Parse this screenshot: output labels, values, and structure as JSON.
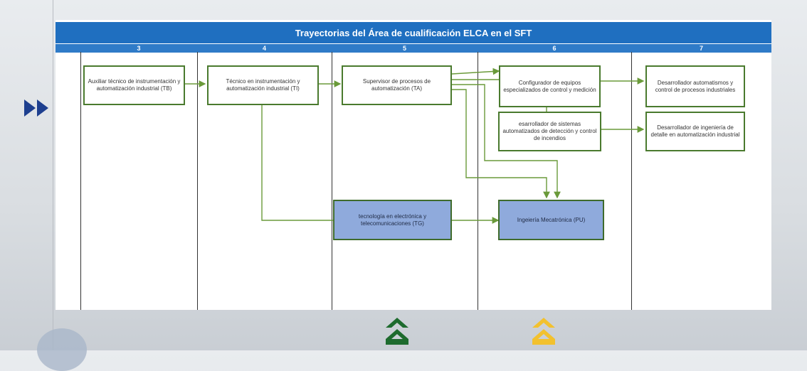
{
  "title": "Trayectorias del Área de cualificación  ELCA en el  SFT",
  "levels": [
    "3",
    "4",
    "5",
    "6",
    "7"
  ],
  "nodes": {
    "n1": "Auxiliar técnico de instrumentación y automatización industrial (TB)",
    "n2": "Técnico en instrumentación y automatización industrial (TI)",
    "n3": "Supervisor de procesos de automatización (TA)",
    "n4": "Configurador de equipos especializados de control y medición",
    "n5": "esarrollador de sistemas automatizados de detección y control de incendios",
    "n6": "Desarrollador automatismos y control de procesos industriales",
    "n7": "Desarrollador de ingeniería de detalle en automatización industrial",
    "n8": "tecnología en electrónica y telecomunicaciones (TG)",
    "n9": "Ingeiería Mecatrónica (PU)"
  },
  "colors": {
    "title_bar": "#1f6fc0",
    "node_border": "#4a7a2e",
    "node_highlight": "#8faadc",
    "arrow": "#6a9a3a",
    "play_icon": "#1d3f8f",
    "chevron_green": "#1e6b2e",
    "chevron_yellow": "#f2c12e"
  },
  "icons": [
    "play-forward-icon",
    "chevron-up-green-icon",
    "chevron-up-yellow-icon"
  ]
}
